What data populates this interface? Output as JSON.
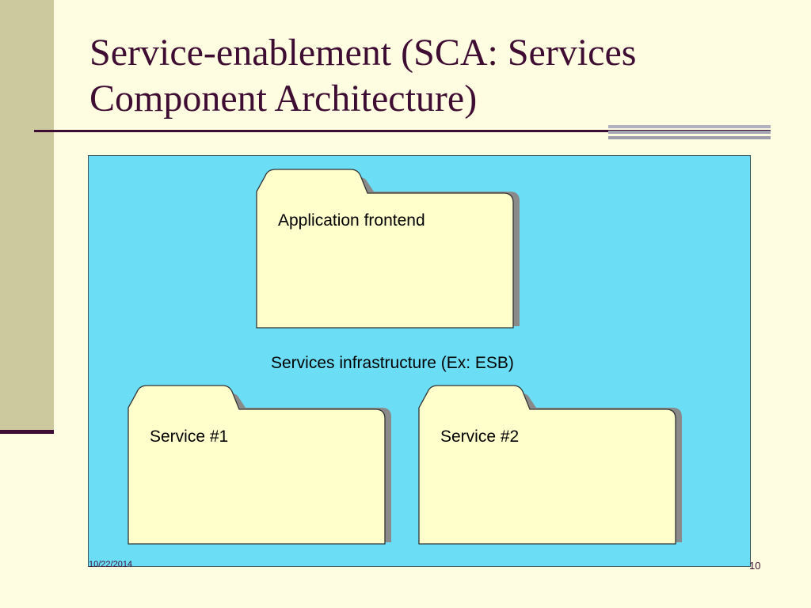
{
  "slide": {
    "title_line1": "Service-enablement (SCA: Services",
    "title_line2": "Component Architecture)",
    "footer_date": "10/22/2014",
    "page_number": "10"
  },
  "diagram": {
    "application_folder_label": "Application frontend",
    "infrastructure_label": "Services infrastructure (Ex: ESB)",
    "service1_label": "Service #1",
    "service2_label": "Service #2"
  },
  "colors": {
    "background": "#FFFDE1",
    "accent_band": "#CCC99E",
    "title_text": "#3F0D33",
    "canvas": "#6BDDF5",
    "folder_fill": "#FFFFCC",
    "folder_shadow": "#8A8A8A"
  }
}
